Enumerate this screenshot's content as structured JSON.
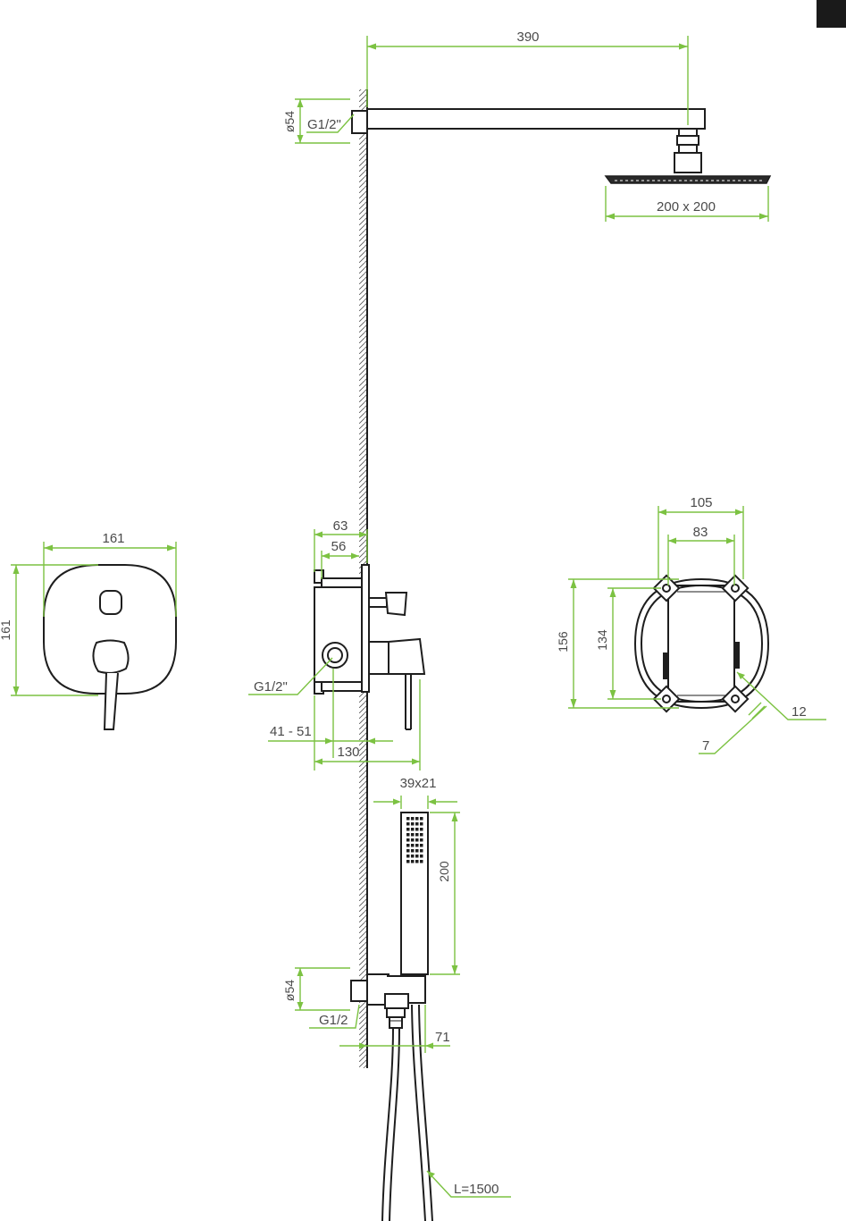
{
  "labels": {
    "arm_length": "390",
    "arm_flange_dia": "ø54",
    "arm_thread": "G1/2\"",
    "head_size": "200 x 200",
    "plate_width": "161",
    "plate_height": "161",
    "box_depth_outer": "63",
    "box_depth_inner": "56",
    "box_thread": "G1/2\"",
    "install_depth": "41 - 51",
    "total_depth": "130",
    "handset_section": "39x21",
    "handset_length": "200",
    "outlet_flange_dia": "ø54",
    "outlet_thread": "G1/2",
    "outlet_depth": "71",
    "hose_length": "L=1500",
    "box_width_outer": "105",
    "box_width_inner": "83",
    "box_height_outer": "156",
    "box_height_inner": "134",
    "hole_offset": "12",
    "hole_dia": "7"
  },
  "colors": {
    "dimension": "#7cc242",
    "outline": "#1e1e1e",
    "text": "#4a4a4a"
  }
}
